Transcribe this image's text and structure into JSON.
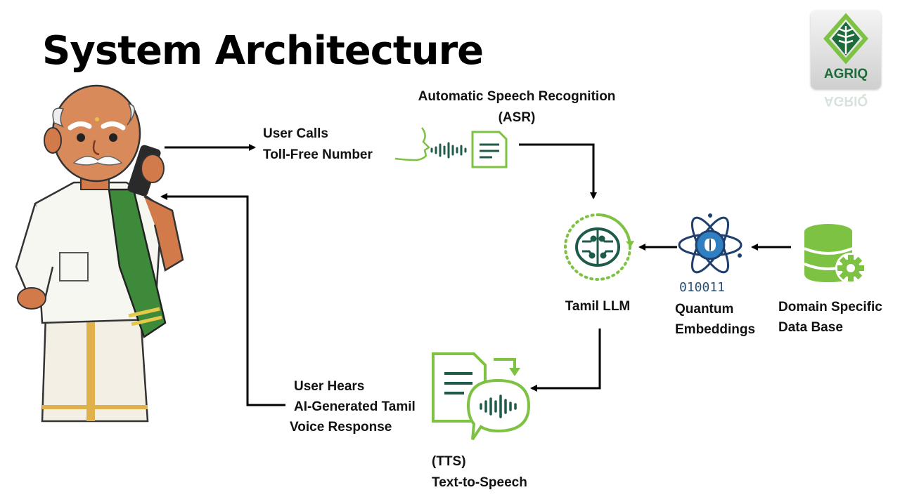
{
  "title": "System Architecture",
  "logo": {
    "text": "AGRIQ"
  },
  "labels": {
    "user_calls": "User Calls",
    "toll_free": "Toll-Free Number",
    "asr_line1": "Automatic Speech Recognition",
    "asr_line2": "(ASR)",
    "tamil_llm": "Tamil LLM",
    "binary": "010011",
    "quantum_line1": "Quantum",
    "quantum_line2": "Embeddings",
    "db_line1": "Domain Specific",
    "db_line2": "Data Base",
    "user_hears": "User Hears",
    "ai_generated": "AI-Generated Tamil",
    "voice_response": "Voice Response",
    "tts_abbr": "(TTS)",
    "tts_full": "Text-to-Speech"
  },
  "colors": {
    "green": "#7dc242",
    "dark_green": "#1f5b4a",
    "teal": "#2a5f4f",
    "blue": "#2f7fc1",
    "arrow": "#000000"
  }
}
